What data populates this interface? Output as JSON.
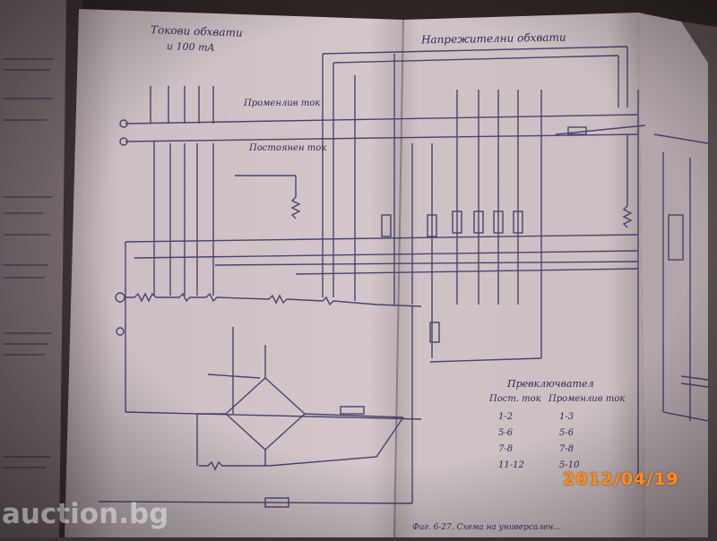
{
  "photo": {
    "subject": "Photograph of an open book showing a measuring instrument circuit schematic",
    "labels": {
      "current_ranges": "Токови обхвати",
      "current_ranges_2": "и 100 mA",
      "voltage_ranges": "Напрежителни обхвати",
      "ac_current": "Променлив ток",
      "dc_current": "Постоянен ток",
      "switch_title": "Превключвател",
      "dc_col": "Пост. ток",
      "ac_col": "Променлив ток"
    },
    "switch_table": [
      [
        "1-2",
        "1-3"
      ],
      [
        "5-6",
        "5-6"
      ],
      [
        "7-8",
        "7-8"
      ],
      [
        "11-12",
        "5-10"
      ]
    ],
    "date_stamp": "2012/04/19",
    "watermark": "auction.bg",
    "caption": "Фиг. 6-27. Схема на универсален..."
  },
  "colors": {
    "page": "#cfc2c6",
    "ink": "#3a3866",
    "stamp": "#ff8a1e"
  }
}
